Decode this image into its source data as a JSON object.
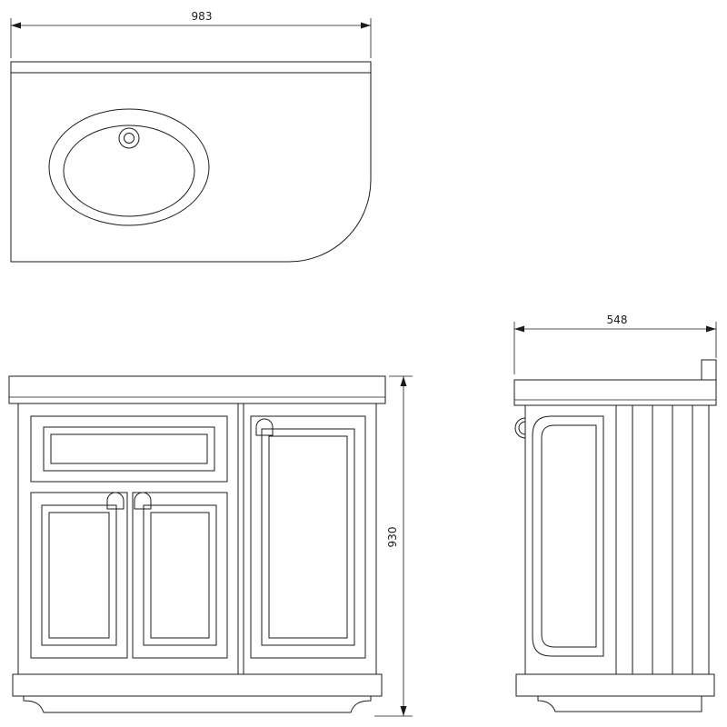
{
  "drawing": {
    "background_color": "#ffffff",
    "line_color": "#1b1b1b",
    "dimensions": {
      "plan_width": "983",
      "front_height": "930",
      "side_depth": "548"
    }
  }
}
